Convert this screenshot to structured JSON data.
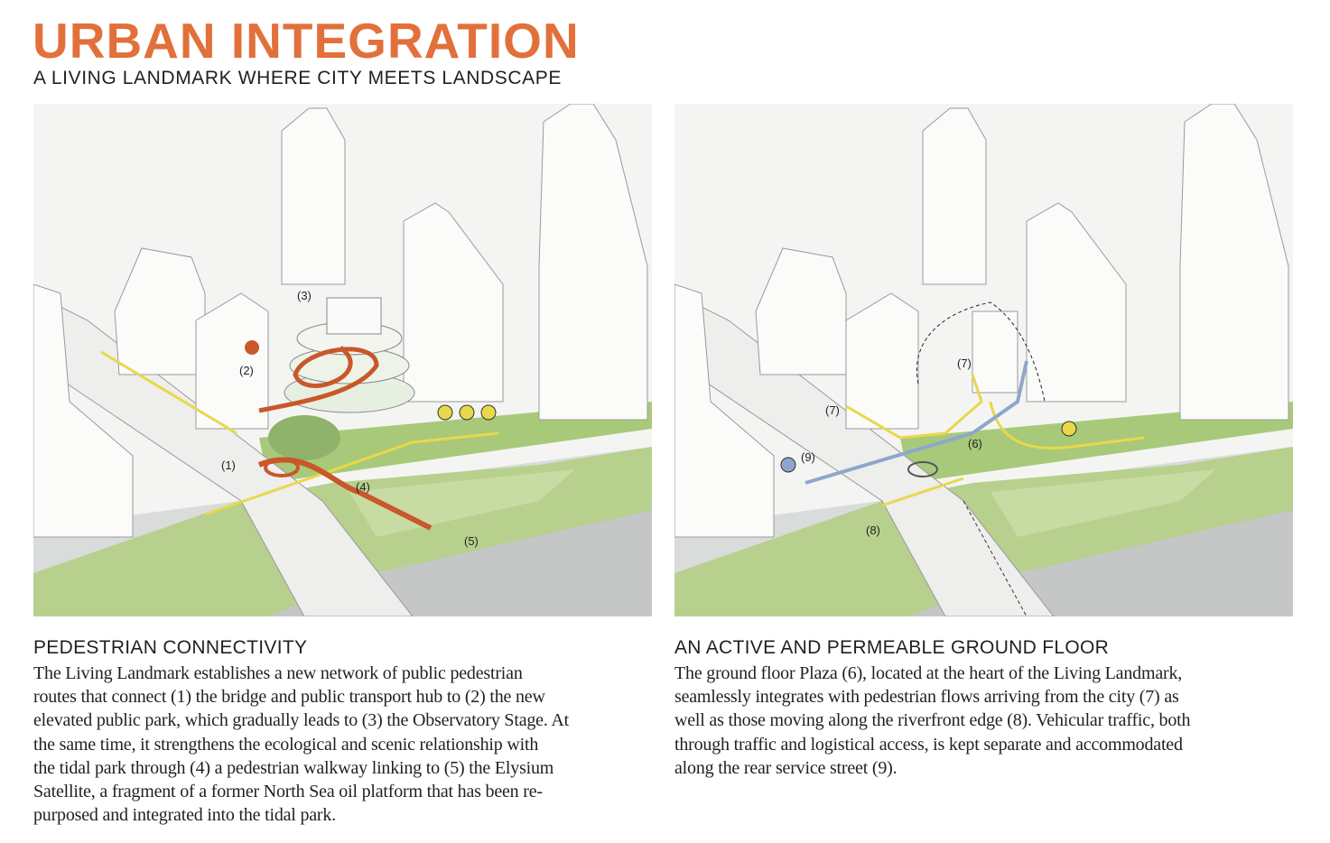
{
  "header": {
    "title": "URBAN INTEGRATION",
    "subtitle": "A LIVING LANDMARK WHERE CITY MEETS LANDSCAPE"
  },
  "colors": {
    "accent": "#e2703a",
    "pedestrian_path": "#e8d84a",
    "vehicle_path": "#8fa6cc",
    "walkway": "#c9572a",
    "park": "#a9c97a"
  },
  "left_panel": {
    "diagram_labels": [
      "(1)",
      "(2)",
      "(3)",
      "(4)",
      "(5)"
    ],
    "icons": [
      "hiker-icon",
      "butterfly-icon",
      "pedestrian-icon",
      "bicycle-icon"
    ],
    "heading": "PEDESTRIAN CONNECTIVITY",
    "body_lines": [
      "The Living Landmark establishes a new network of public pedestrian",
      "routes that connect (1) the bridge and public transport hub to (2) the new",
      "elevated public park, which gradually leads to (3) the Observatory Stage. At",
      "the same time, it strengthens the ecological and scenic relationship with",
      "the tidal park through (4) a pedestrian walkway linking to (5) the Elysium",
      "Satellite, a fragment of a former North Sea oil platform that has been re-",
      "purposed and integrated into the tidal park."
    ]
  },
  "right_panel": {
    "diagram_labels": [
      "(6)",
      "(7)",
      "(7)",
      "(8)",
      "(9)"
    ],
    "icons": [
      "car-icon",
      "pedestrian-icon"
    ],
    "heading": "AN ACTIVE AND PERMEABLE GROUND FLOOR",
    "body_lines": [
      "The ground floor Plaza (6), located at the heart of the Living Landmark,",
      "seamlessly integrates with pedestrian flows arriving from the city (7) as",
      "well as those moving along the riverfront edge (8). Vehicular traffic, both",
      "through traffic and logistical access, is kept separate and accommodated",
      "along the rear service street (9)."
    ]
  }
}
